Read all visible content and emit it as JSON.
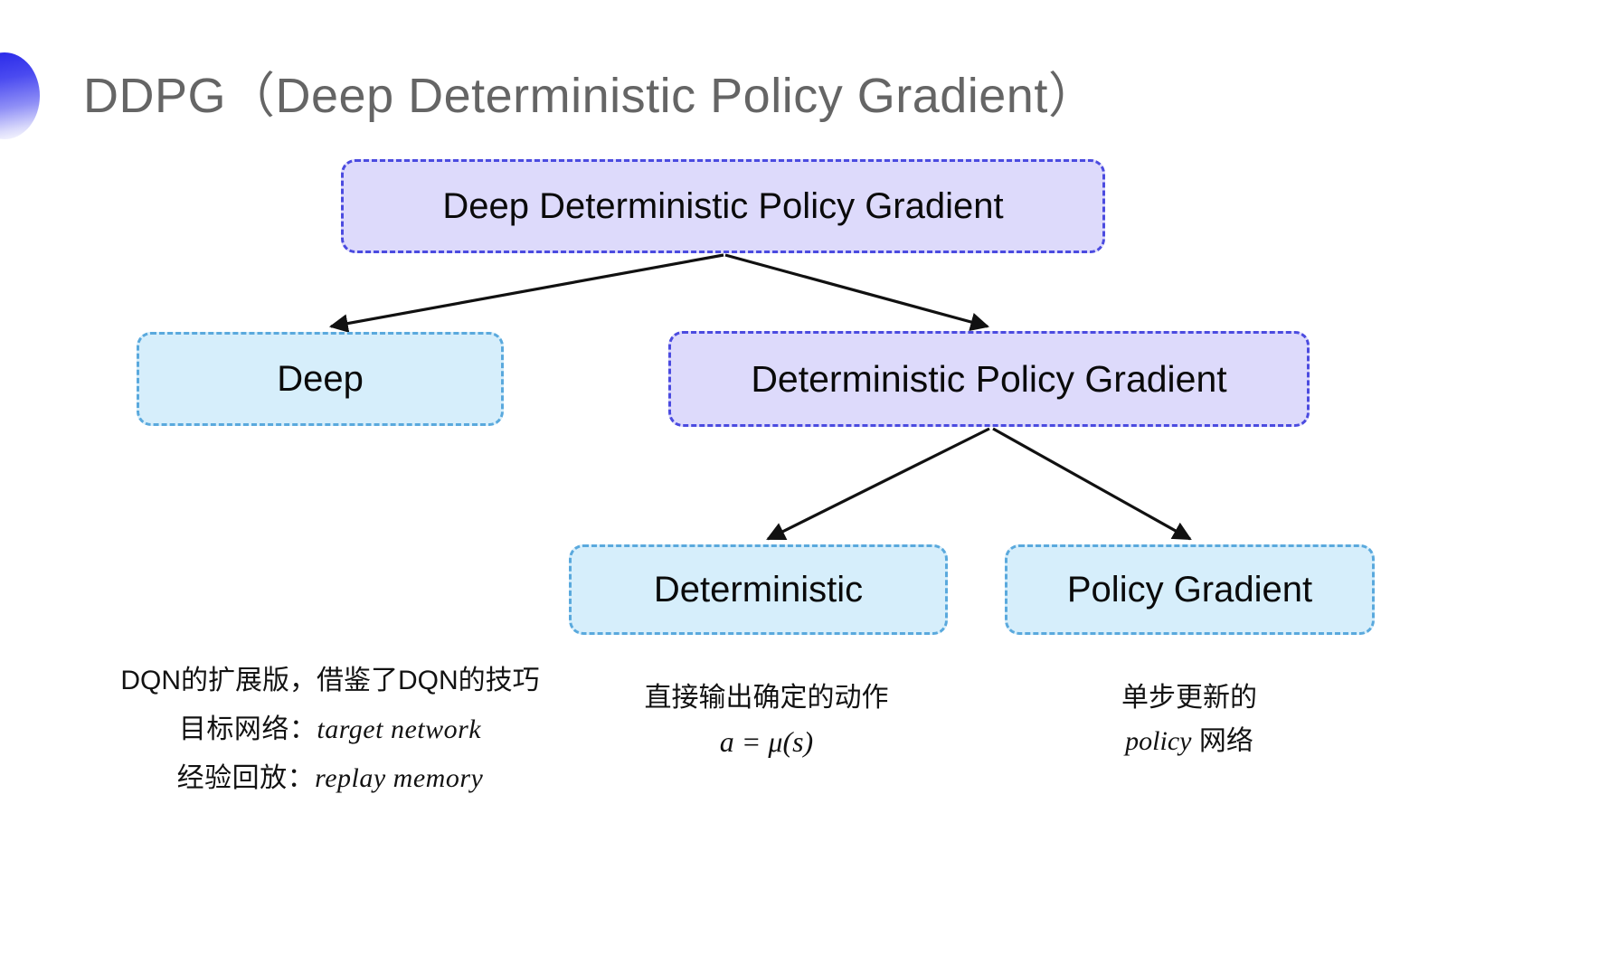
{
  "slide": {
    "title": "DDPG（Deep Deterministic Policy Gradient）",
    "bullet_icon": "half-circle-gradient-bullet",
    "background_color": "#ffffff",
    "title_color": "#656565"
  },
  "colors": {
    "purple_fill": "#dddafb",
    "purple_border": "#4b4be0",
    "cyan_fill": "#d6eefb",
    "cyan_border": "#5aa9dd",
    "arrow": "#111111"
  },
  "diagram": {
    "type": "tree",
    "nodes": {
      "root": {
        "label": "Deep Deterministic Policy Gradient",
        "style": "purple"
      },
      "deep": {
        "label": "Deep",
        "style": "cyan"
      },
      "dpg": {
        "label": "Deterministic Policy Gradient",
        "style": "purple"
      },
      "deterministic": {
        "label": "Deterministic",
        "style": "cyan"
      },
      "policy_gradient": {
        "label": "Policy Gradient",
        "style": "cyan"
      }
    },
    "edges": [
      {
        "from": "root",
        "to": "deep"
      },
      {
        "from": "root",
        "to": "dpg"
      },
      {
        "from": "dpg",
        "to": "deterministic"
      },
      {
        "from": "dpg",
        "to": "policy_gradient"
      }
    ]
  },
  "annotations": {
    "left": {
      "line1": "DQN的扩展版，借鉴了DQN的技巧",
      "line2_label": "目标网络：",
      "line2_term": "target network",
      "line3_label": "经验回放：",
      "line3_term": "replay memory"
    },
    "middle": {
      "line1": "直接输出确定的动作",
      "formula": "a = μ(s)"
    },
    "right": {
      "line1": "单步更新的",
      "line2_term": "policy",
      "line2_suffix": " 网络"
    }
  }
}
